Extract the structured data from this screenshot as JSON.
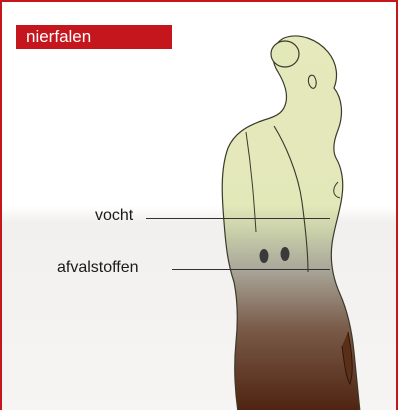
{
  "title": "nierfalen",
  "labels": {
    "fluid": "vocht",
    "waste": "afvalstoffen"
  },
  "colors": {
    "accent": "#c4161c",
    "skin_upper": "#e3e8b9",
    "skin_lower": "#5a2e17"
  }
}
